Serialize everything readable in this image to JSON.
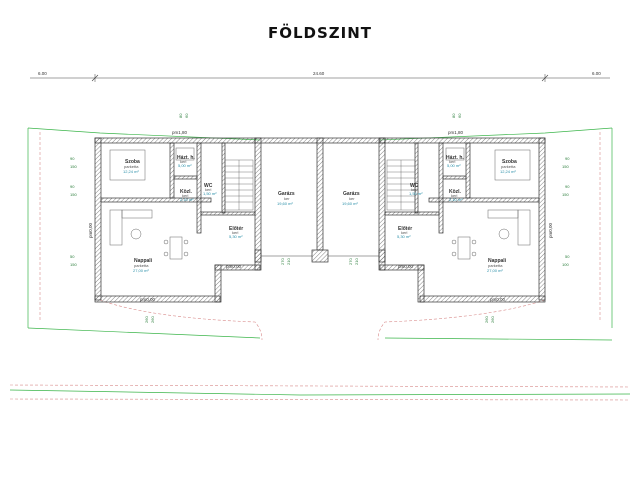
{
  "title": "FÖLDSZINT",
  "dimensions": {
    "overall_left": "6.00",
    "overall_mid": "24.60",
    "overall_right": "6.00"
  },
  "rooms": {
    "szoba_left": {
      "name": "Szoba",
      "floor": "parketta",
      "area": "12,24 m²"
    },
    "szoba_right": {
      "name": "Szoba",
      "floor": "parketta",
      "area": "12,24 m²"
    },
    "haztt_left": {
      "name": "Házt. h.",
      "floor": "kerl",
      "area": "5,00 m²"
    },
    "haztt_right": {
      "name": "Házt. h.",
      "floor": "kerl",
      "area": "5,00 m²"
    },
    "kozl_left": {
      "name": "Közl.",
      "floor": "kerl",
      "area": "2,10 m²"
    },
    "kozl_right": {
      "name": "Közl.",
      "floor": "kerl",
      "area": "2,10 m²"
    },
    "wc_left": {
      "name": "WC",
      "floor": "kerl",
      "area": "1,50 m²"
    },
    "wc_right": {
      "name": "WC",
      "floor": "kerl",
      "area": "1,50 m²"
    },
    "garazs_left": {
      "name": "Garázs",
      "floor": "ker",
      "area": "19,60 m²"
    },
    "garazs_right": {
      "name": "Garázs",
      "floor": "ker",
      "area": "19,60 m²"
    },
    "eloter_left": {
      "name": "Előtér",
      "floor": "kerl",
      "area": "5,30 m²"
    },
    "eloter_right": {
      "name": "Előtér",
      "floor": "kerl",
      "area": "5,30 m²"
    },
    "nappali_left": {
      "name": "Nappali",
      "floor": "parketta",
      "area": "27,00 m²"
    },
    "nappali_right": {
      "name": "Nappali",
      "floor": "parketta",
      "area": "27,00 m²"
    }
  },
  "labels": {
    "pm180_left": "pm1,80",
    "pm180_right": "pm1,80",
    "pm000_left": "pm0,00",
    "pm000_right": "pm0,00",
    "pm000_entry_left": "pm0,00",
    "pm000_entry_right": "pm0,00",
    "pm000_side_left": "pm0,00",
    "pm000_side_right": "pm0,00",
    "n90": "90",
    "n150": "150",
    "n100": "100",
    "n50": "50",
    "n210": "210",
    "n270": "270",
    "n260": "260",
    "n60": "60",
    "n80": "80"
  },
  "colors": {
    "wall": "#333333",
    "hatch": "#777777",
    "lawn": "#3bb54a",
    "road": "#d88a8a",
    "area_text": "#2a8fa8"
  }
}
